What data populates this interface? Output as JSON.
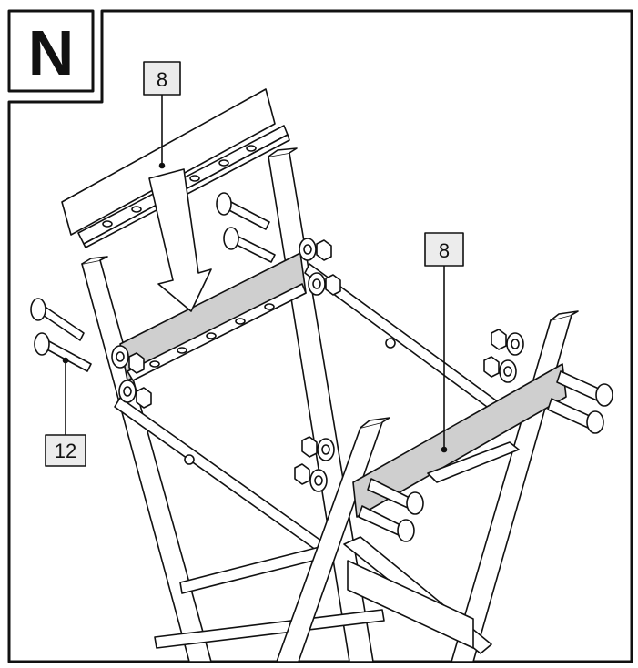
{
  "step": {
    "letter": "N"
  },
  "callouts": [
    {
      "id": "top",
      "label": "8"
    },
    {
      "id": "right",
      "label": "8"
    },
    {
      "id": "bolt",
      "label": "12"
    }
  ],
  "colors": {
    "ink": "#111111",
    "panel_fill": "#cfcfcf",
    "callout_fill": "#ececec",
    "paper": "#ffffff"
  }
}
